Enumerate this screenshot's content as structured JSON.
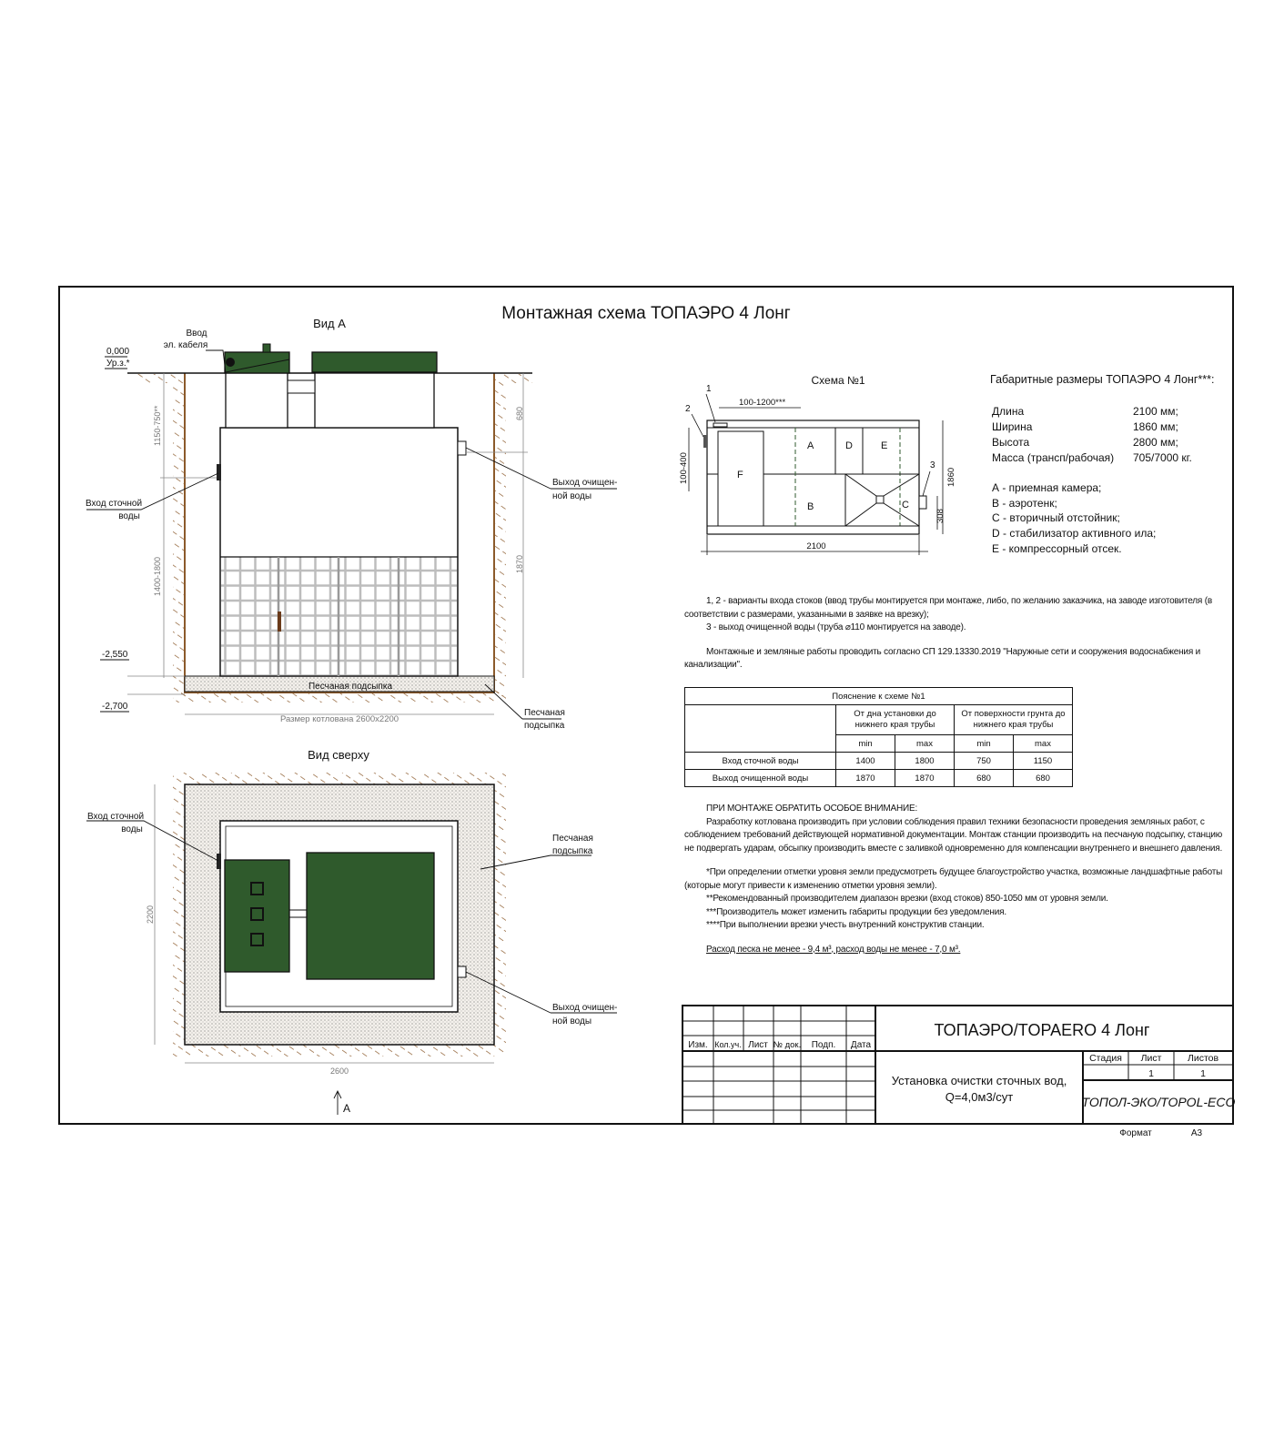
{
  "title": "Монтажная схема ТОПАЭРО 4 Лонг",
  "view_a": {
    "title": "Вид А",
    "cable_label": [
      "Ввод",
      "эл. кабеля"
    ],
    "level_0": "0,000",
    "level_0_sub": "Ур.з.*",
    "level_2550": "-2,550",
    "level_2700": "-2,700",
    "dim_top": "1150-750**",
    "dim_bottom": "1400-1800",
    "dim_right_top": "680",
    "dim_right_bottom": "1870",
    "inlet_label": [
      "Вход сточной",
      "воды"
    ],
    "outlet_label": [
      "Выход очищен-",
      "ной воды"
    ],
    "sand_inside": "Песчаная подсыпка",
    "sand_label": [
      "Песчаная",
      "подсыпка"
    ],
    "pit_size": "Размер котлована 2600х2200"
  },
  "view_top": {
    "title": "Вид сверху",
    "inlet_label": [
      "Вход сточной",
      "воды"
    ],
    "sand_label": [
      "Песчаная",
      "подсыпка"
    ],
    "outlet_label": [
      "Выход очищен-",
      "ной воды"
    ],
    "dim_width": "2600",
    "dim_height": "2200",
    "arrow_label": "А"
  },
  "scheme": {
    "title": "Схема №1",
    "label_1": "1",
    "label_2": "2",
    "label_3": "3",
    "dim_inlet": "100-1200***",
    "dim_side": "100-400",
    "dim_height": "1860",
    "dim_outlet": "308",
    "dim_length": "2100",
    "zones": {
      "A": "A",
      "B": "B",
      "C": "C",
      "D": "D",
      "E": "E",
      "F": "F"
    }
  },
  "dimensions": {
    "title": "Габаритные размеры ТОПАЭРО 4 Лонг***:",
    "rows": [
      {
        "label": "Длина",
        "value": "2100 мм;"
      },
      {
        "label": "Ширина",
        "value": "1860 мм;"
      },
      {
        "label": "Высота",
        "value": "2800 мм;"
      },
      {
        "label": "Масса (трансп/рабочая)",
        "value": "705/7000 кг."
      }
    ],
    "legend": [
      "А - приемная камера;",
      "В - аэротенк;",
      "С - вторичный отстойник;",
      "D - стабилизатор активного ила;",
      "Е - компрессорный отсек."
    ]
  },
  "notes1": [
    "1, 2 - варианты входа  стоков (ввод трубы монтируется при монтаже, либо, по желанию заказчика, на заводе изготовителя (в соответствии с размерами, указанными в заявке на врезку);",
    "3 - выход очищенной воды (труба ⌀110 монтируется на заводе).",
    "Монтажные и земляные работы проводить согласно СП 129.13330.2019 \"Наружные сети и сооружения водоснабжения и канализации\"."
  ],
  "table": {
    "title": "Пояснение к схеме №1",
    "group1": "От дна установки до нижнего края трубы",
    "group2": "От поверхности грунта до нижнего края трубы",
    "sub": [
      "min",
      "max",
      "min",
      "max"
    ],
    "rows": [
      {
        "label": "Вход сточной воды",
        "values": [
          "1400",
          "1800",
          "750",
          "1150"
        ]
      },
      {
        "label": "Выход очищенной воды",
        "values": [
          "1870",
          "1870",
          "680",
          "680"
        ]
      }
    ]
  },
  "notes2": {
    "heading": "ПРИ МОНТАЖЕ ОБРАТИТЬ ОСОБОЕ ВНИМАНИЕ:",
    "body": "Разработку котлована производить при условии соблюдения правил техники безопасности проведения земляных работ, с соблюдением требований действующей нормативной документации. Монтаж станции производить на песчаную подсыпку, станцию не подвергать ударам, обсыпку производить вместе с заливкой одновременно для компенсации внутреннего и внешнего давления.",
    "star1": "*При определении отметки уровня земли предусмотреть будущее благоустройство участка, возможные ландшафтные работы (которые могут привести к изменению отметки уровня земли).",
    "star2": "**Рекомендованный производителем диапазон врезки (вход стоков) 850-1050 мм от уровня земли.",
    "star3": "***Производитель может изменить габариты продукции без уведомления.",
    "star4": "****При выполнении врезки учесть внутренний конструктив станции.",
    "consumption": "Расход песка не менее - 9,4 м³, расход воды не менее - 7,0 м³."
  },
  "title_block": {
    "columns": [
      "Изм.",
      "Кол.уч.",
      "Лист",
      "№ док.",
      "Подп.",
      "Дата"
    ],
    "product": "ТОПАЭРО/TOPAERO 4 Лонг",
    "description": [
      "Установка очистки сточных вод,",
      "Q=4,0м3/сут"
    ],
    "stage_label": "Стадия",
    "sheet_label": "Лист",
    "sheets_label": "Листов",
    "sheet": "1",
    "sheets": "1",
    "company": "ТОПОЛ-ЭКО/TOPOL-ECO",
    "format_label": "Формат",
    "format": "А3"
  },
  "colors": {
    "tank_green": "#2f5a2c",
    "soil": "#8b5a2b",
    "grid": "#bdbdbd"
  }
}
